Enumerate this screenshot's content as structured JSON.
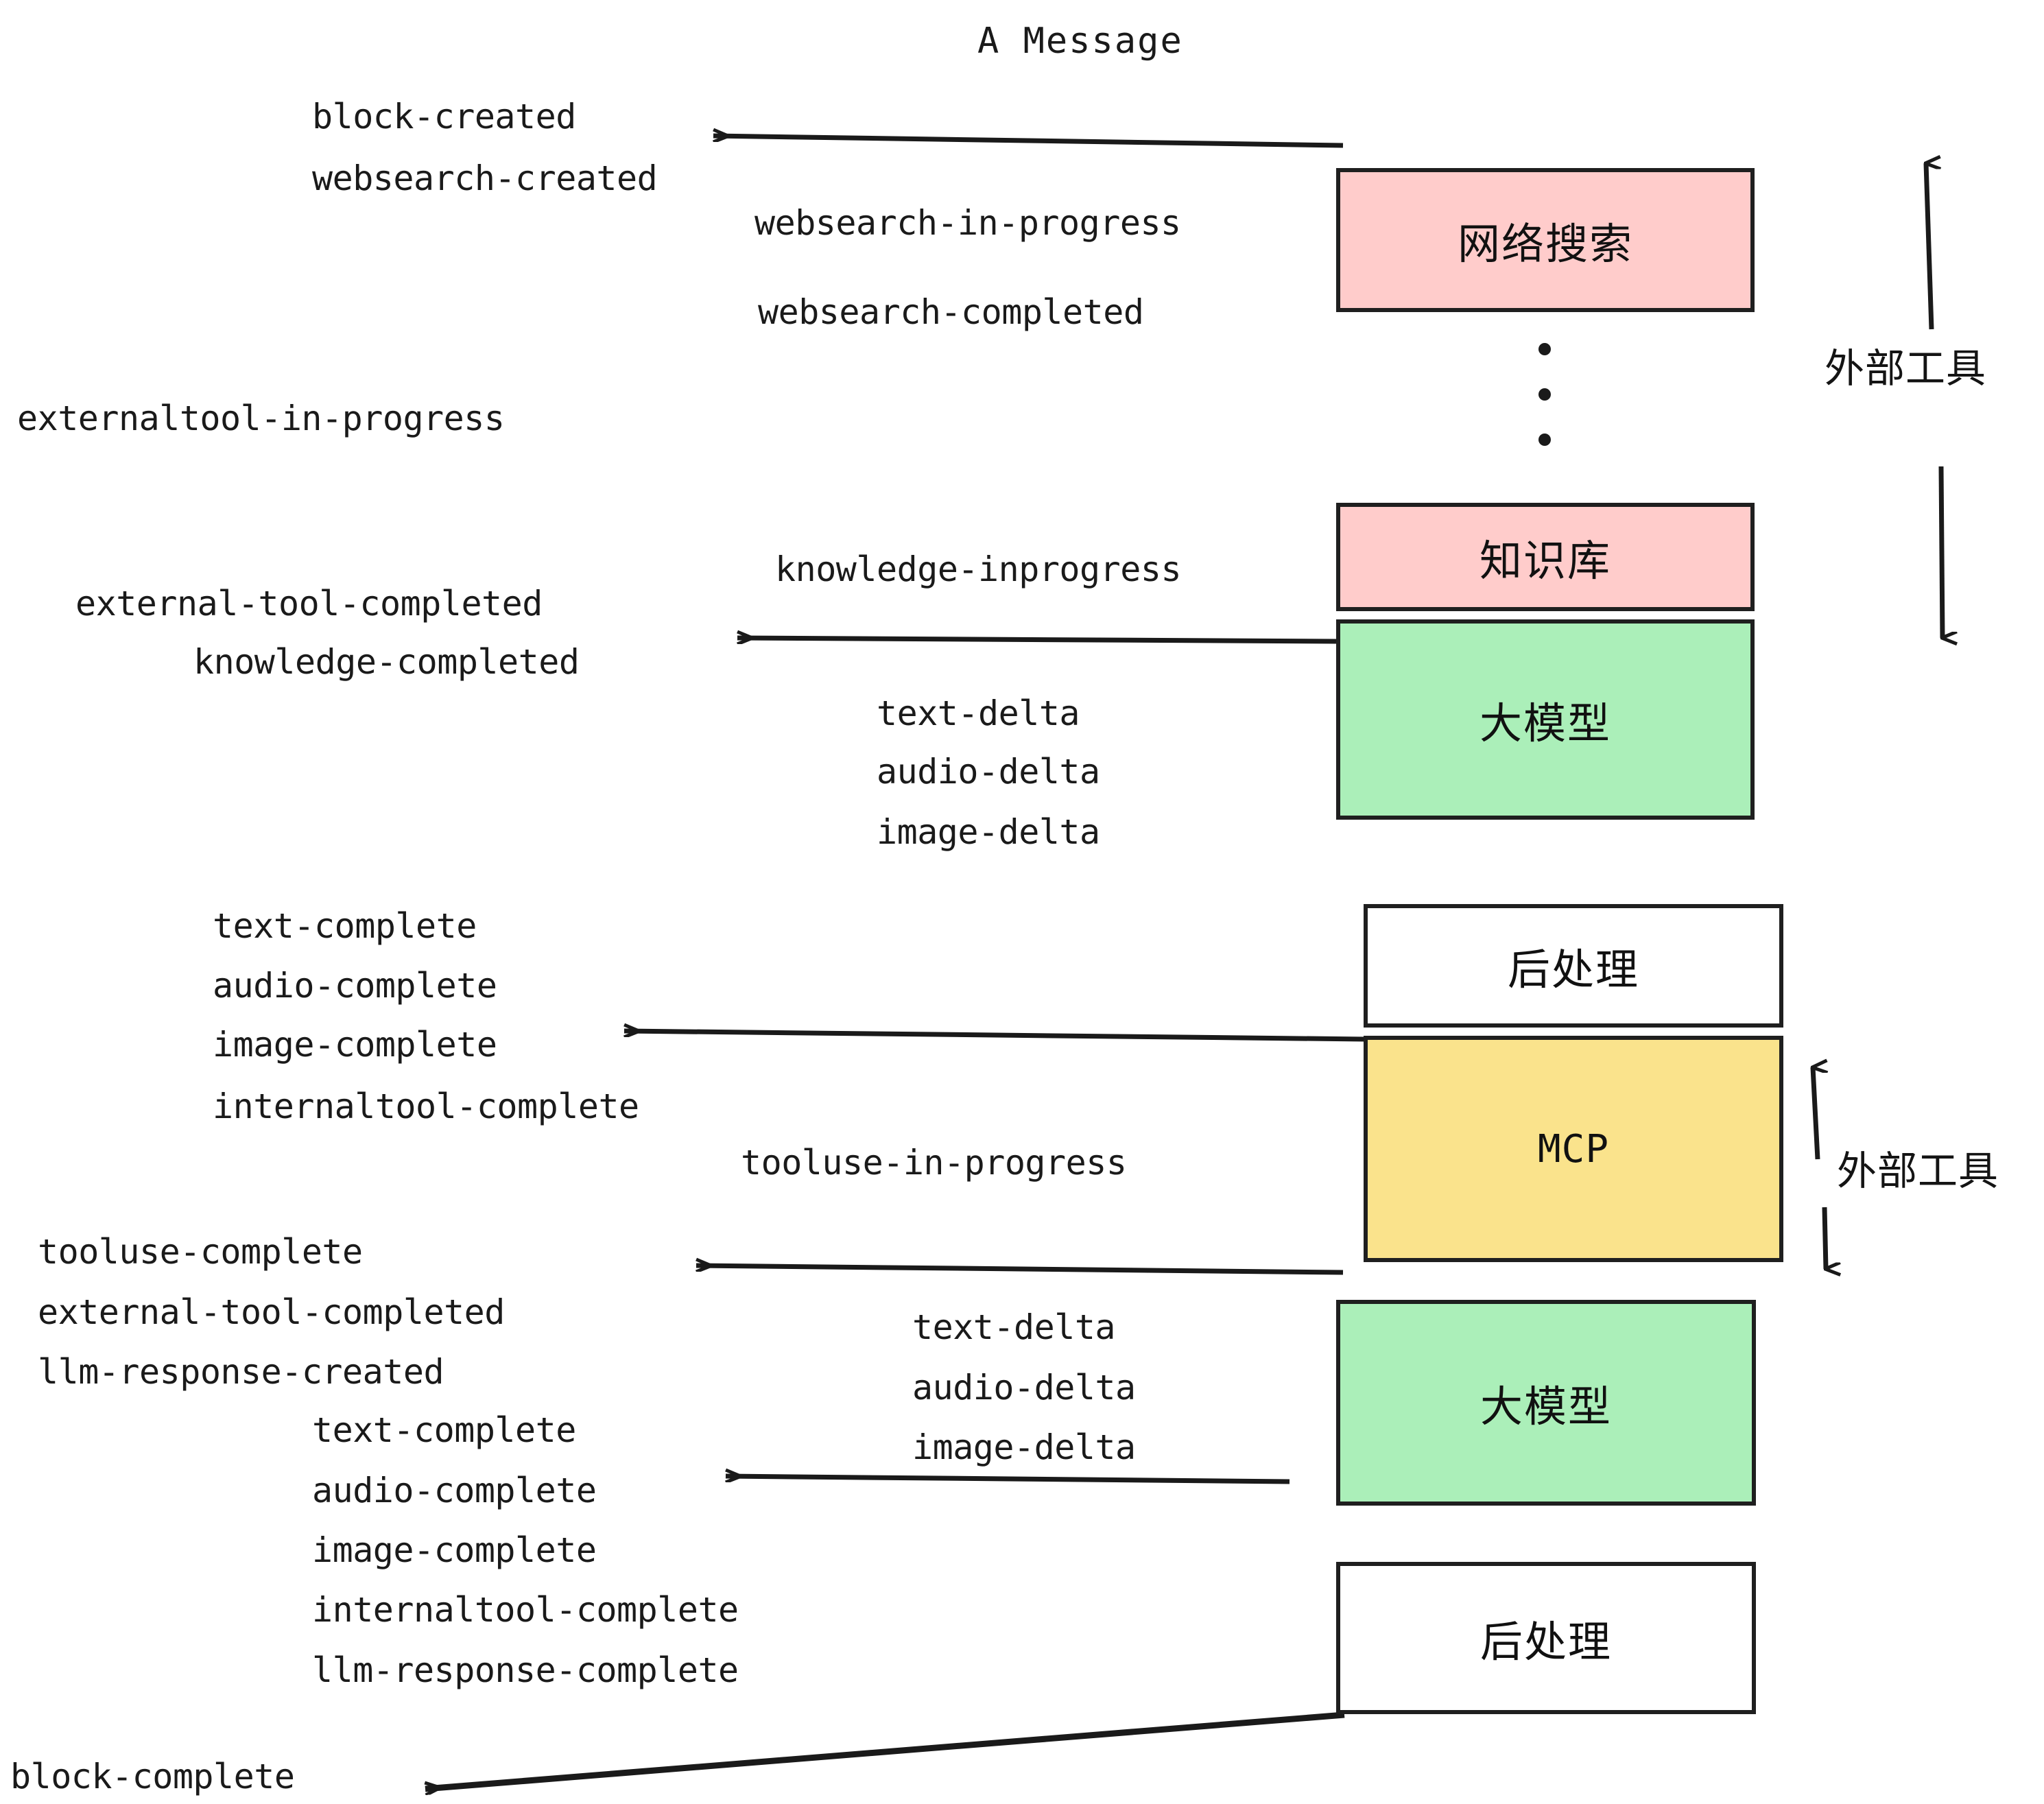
{
  "title": "A Message",
  "colors": {
    "pink": "#FFCCCB",
    "green": "#ABEFB9",
    "yellow": "#FAE38C",
    "white": "#FFFFFF",
    "stroke": "#1F1F1F",
    "text": "#1A1A1A"
  },
  "nodes": [
    {
      "id": "websearch",
      "label": "网络搜索",
      "fill": "#FFCCCB"
    },
    {
      "id": "knowledge",
      "label": "知识库",
      "fill": "#FFCCCB"
    },
    {
      "id": "llm-1",
      "label": "大模型",
      "fill": "#ABEFB9"
    },
    {
      "id": "postprocess-1",
      "label": "后处理",
      "fill": "#FFFFFF"
    },
    {
      "id": "mcp",
      "label": "MCP",
      "fill": "#FAE38C"
    },
    {
      "id": "llm-2",
      "label": "大模型",
      "fill": "#ABEFB9"
    },
    {
      "id": "postprocess-2",
      "label": "后处理",
      "fill": "#FFFFFF"
    }
  ],
  "side_labels": [
    {
      "id": "external-tools-top",
      "text": "外部工具"
    },
    {
      "id": "external-tools-bottom",
      "text": "外部工具"
    }
  ],
  "events": [
    {
      "id": "block-created",
      "text": "block-created"
    },
    {
      "id": "websearch-created",
      "text": "websearch-created"
    },
    {
      "id": "websearch-in-progress",
      "text": "websearch-in-progress"
    },
    {
      "id": "websearch-completed",
      "text": "websearch-completed"
    },
    {
      "id": "externaltool-in-progress",
      "text": "externaltool-in-progress"
    },
    {
      "id": "knowledge-inprogress",
      "text": "knowledge-inprogress"
    },
    {
      "id": "external-tool-completed-1",
      "text": "external-tool-completed"
    },
    {
      "id": "knowledge-completed",
      "text": "knowledge-completed"
    },
    {
      "id": "text-delta-1",
      "text": "text-delta"
    },
    {
      "id": "audio-delta-1",
      "text": "audio-delta"
    },
    {
      "id": "image-delta-1",
      "text": "image-delta"
    },
    {
      "id": "text-complete-1",
      "text": "text-complete"
    },
    {
      "id": "audio-complete-1",
      "text": "audio-complete"
    },
    {
      "id": "image-complete-1",
      "text": "image-complete"
    },
    {
      "id": "internaltool-complete-1",
      "text": "internaltool-complete"
    },
    {
      "id": "tooluse-in-progress",
      "text": "tooluse-in-progress"
    },
    {
      "id": "tooluse-complete",
      "text": "tooluse-complete"
    },
    {
      "id": "external-tool-completed-2",
      "text": "external-tool-completed"
    },
    {
      "id": "llm-response-created",
      "text": "llm-response-created"
    },
    {
      "id": "text-delta-2",
      "text": "text-delta"
    },
    {
      "id": "audio-delta-2",
      "text": "audio-delta"
    },
    {
      "id": "image-delta-2",
      "text": "image-delta"
    },
    {
      "id": "text-complete-2",
      "text": "text-complete"
    },
    {
      "id": "audio-complete-2",
      "text": "audio-complete"
    },
    {
      "id": "image-complete-2",
      "text": "image-complete"
    },
    {
      "id": "internaltool-complete-2",
      "text": "internaltool-complete"
    },
    {
      "id": "llm-response-complete",
      "text": "llm-response-complete"
    },
    {
      "id": "block-complete",
      "text": "block-complete"
    }
  ]
}
